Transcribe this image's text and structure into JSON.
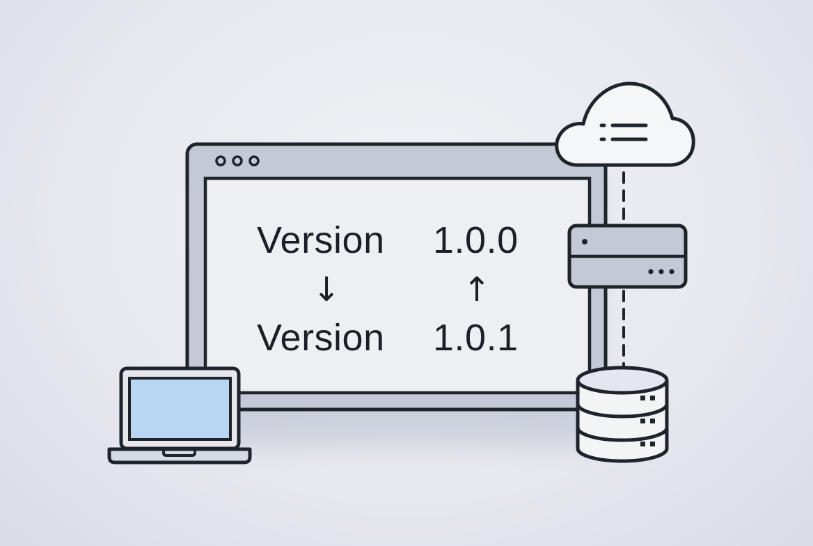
{
  "diagram": {
    "old_version": {
      "label": "Version",
      "number": "1.0.0"
    },
    "new_version": {
      "label": "Version",
      "number": "1.0.1"
    },
    "arrow_down": "↓",
    "arrow_up": "↑"
  },
  "icons": [
    "browser-window-icon",
    "window-dots-icon",
    "cloud-icon",
    "server-icon",
    "database-icon",
    "laptop-icon",
    "dashed-connector-icon"
  ],
  "colors": {
    "background": "#e6e8ee",
    "outline": "#1f232b",
    "frame_fill": "#c3c8d4",
    "screen_fill": "#eeeff2",
    "laptop_screen": "#b8d6f2",
    "cloud_fill": "#f5f6f8"
  }
}
